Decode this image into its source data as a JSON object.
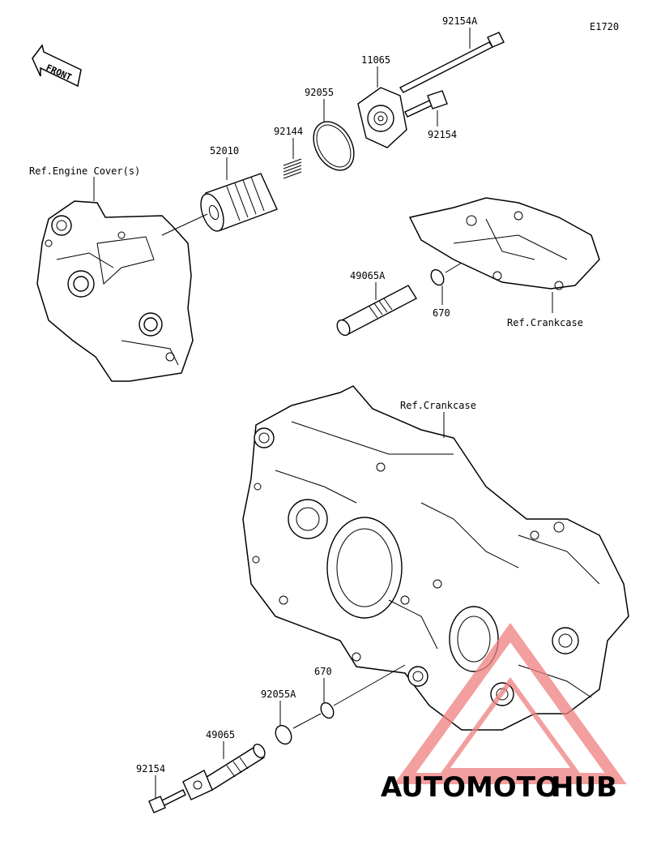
{
  "diagram_code": "E1720",
  "front_label": "FRONT",
  "labels": {
    "p92154A": "92154A",
    "p11065": "11065",
    "p92055": "92055",
    "p92144": "92144",
    "p52010": "52010",
    "p92154_top": "92154",
    "ref_engine_cover": "Ref.Engine Cover(s)",
    "p49065A": "49065A",
    "p670_top": "670",
    "ref_crankcase_top": "Ref.Crankcase",
    "ref_crankcase_main": "Ref.Crankcase",
    "p670_bottom": "670",
    "p92055A": "92055A",
    "p49065": "49065",
    "p92154_bottom": "92154"
  },
  "watermark": {
    "part1": "AUTOMOTO",
    "part2": "HUB",
    "color1": "#f5b27a",
    "color2": "#8a8a8a",
    "triangle_color": "#f08080"
  }
}
